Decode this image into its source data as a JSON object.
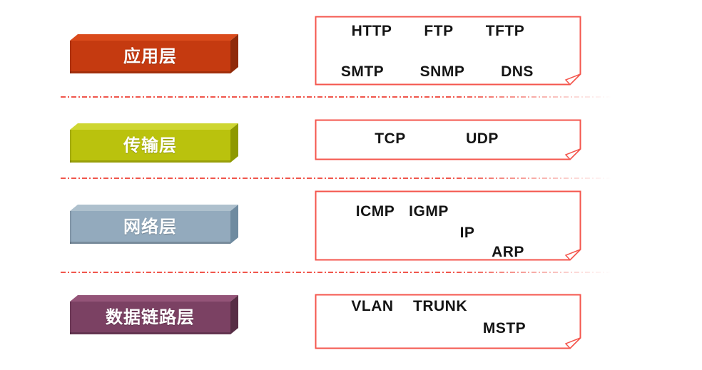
{
  "diagram": {
    "type": "tcpip-protocol-stack",
    "divider_color": "#F0564C",
    "box_border_color": "#F4564D",
    "protocol_text_color": "#141414",
    "layers": [
      {
        "id": "application",
        "label": "应用层",
        "colors": {
          "front": "#C53A10",
          "top": "#DA4A1B",
          "side": "#8F2A0A"
        },
        "protocols": [
          "HTTP",
          "FTP",
          "TFTP",
          "SMTP",
          "SNMP",
          "DNS"
        ]
      },
      {
        "id": "transport",
        "label": "传输层",
        "colors": {
          "front": "#BAC20D",
          "top": "#CED631",
          "side": "#8E9900"
        },
        "protocols": [
          "TCP",
          "UDP"
        ]
      },
      {
        "id": "network",
        "label": "网络层",
        "colors": {
          "front": "#93AABD",
          "top": "#AEC0CD",
          "side": "#6F8BA0"
        },
        "protocols": [
          "ICMP",
          "IGMP",
          "IP",
          "ARP"
        ]
      },
      {
        "id": "datalink",
        "label": "数据链路层",
        "colors": {
          "front": "#7B4163",
          "top": "#945478",
          "side": "#572E45"
        },
        "protocols": [
          "VLAN",
          "TRUNK",
          "MSTP"
        ]
      }
    ]
  }
}
